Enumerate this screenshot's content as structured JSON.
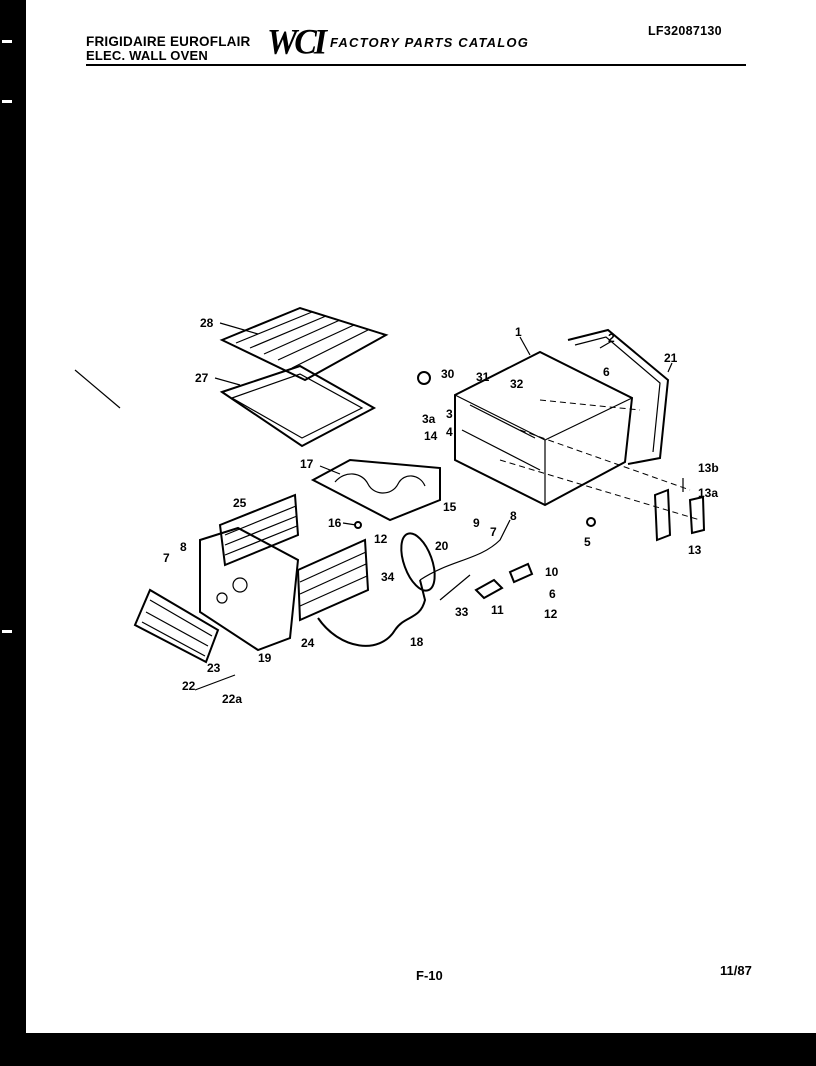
{
  "header": {
    "brand_line1": "FRIGIDAIRE EUROFLAIR",
    "brand_line2": "ELEC. WALL OVEN",
    "logo_text": "WCI",
    "catalog_title": "FACTORY PARTS CATALOG",
    "model_number": "LF32087130"
  },
  "footer": {
    "page_number": "F-10",
    "date": "11/87"
  },
  "part_labels": {
    "p1": "1",
    "p2": "2",
    "p3": "3",
    "p3a": "3a",
    "p4": "4",
    "p5": "5",
    "p6a": "6",
    "p6b": "6",
    "p7a": "7",
    "p7b": "7",
    "p8a": "8",
    "p8b": "8",
    "p9": "9",
    "p10": "10",
    "p11": "11",
    "p12a": "12",
    "p12b": "12",
    "p13": "13",
    "p13a": "13a",
    "p13b": "13b",
    "p14": "14",
    "p15": "15",
    "p16": "16",
    "p17": "17",
    "p18": "18",
    "p19": "19",
    "p20": "20",
    "p21": "21",
    "p22": "22",
    "p22a": "22a",
    "p23": "23",
    "p24": "24",
    "p25": "25",
    "p27": "27",
    "p28": "28",
    "p30": "30",
    "p31": "31",
    "p32": "32",
    "p33": "33",
    "p34": "34"
  }
}
